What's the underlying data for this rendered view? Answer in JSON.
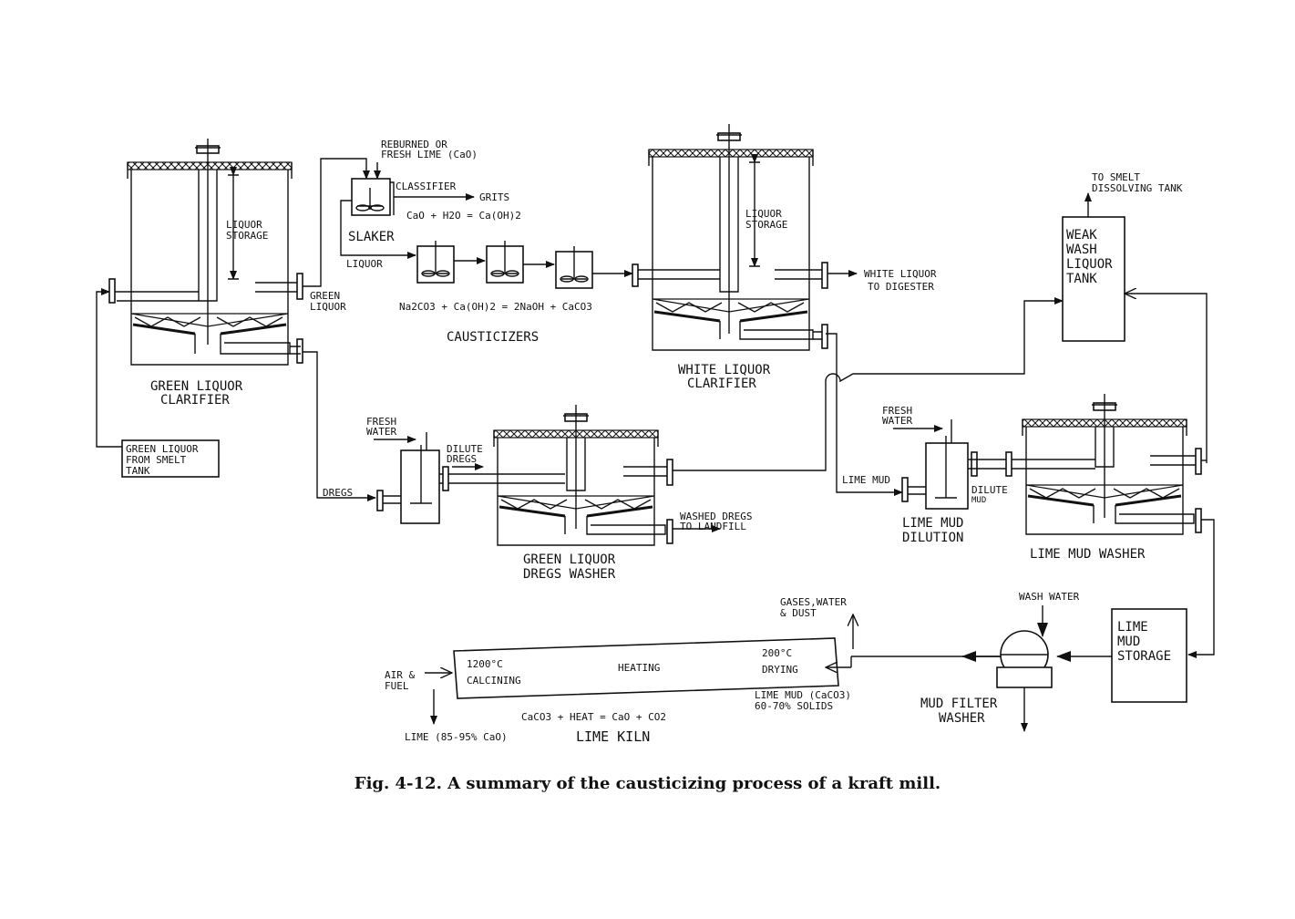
{
  "caption": "Fig. 4-12.  A summary of the causticizing process of a kraft mill.",
  "units": {
    "green_clarifier": {
      "title1": "GREEN LIQUOR",
      "title2": "CLARIFIER",
      "storage1": "LIQUOR",
      "storage2": "STORAGE"
    },
    "slaker": {
      "title": "SLAKER",
      "classifier": "CLASSIFIER",
      "grits": "GRITS",
      "equation": "CaO + H2O = Ca(OH)2",
      "lime_in1": "REBURNED OR",
      "lime_in2": "FRESH LIME (CaO)",
      "liquor": "LIQUOR"
    },
    "causticizers": {
      "title": "CAUSTICIZERS",
      "equation": "Na2CO3 + Ca(OH)2 = 2NaOH + CaCO3"
    },
    "white_clarifier": {
      "title1": "WHITE LIQUOR",
      "title2": "CLARIFIER",
      "storage1": "LIQUOR",
      "storage2": "STORAGE",
      "out1": "WHITE LIQUOR",
      "out2": "TO DIGESTER"
    },
    "weak_wash_tank": {
      "line1": "WEAK",
      "line2": "WASH",
      "line3": "LIQUOR",
      "line4": "TANK",
      "out1": "TO SMELT",
      "out2": "DISSOLVING TANK"
    },
    "green_liquor_source": {
      "line1": "GREEN LIQUOR",
      "line2": "FROM SMELT",
      "line3": "TANK"
    },
    "dregs_washer": {
      "title1": "GREEN LIQUOR",
      "title2": "DREGS WASHER",
      "fresh1": "FRESH",
      "fresh2": "WATER",
      "dilute1": "DILUTE",
      "dilute2": "DREGS",
      "dregs": "DREGS",
      "washed1": "WASHED DREGS",
      "washed2": "TO LANDFILL"
    },
    "green_liquor_label": {
      "line1": "GREEN",
      "line2": "LIQUOR"
    },
    "lime_mud_dilution": {
      "title1": "LIME MUD",
      "title2": "DILUTION",
      "fresh1": "FRESH",
      "fresh2": "WATER",
      "lime_mud": "LIME MUD",
      "dilute1": "DILUTE",
      "dilute2": "MUD"
    },
    "lime_mud_washer": {
      "title": "LIME MUD WASHER"
    },
    "lime_mud_storage": {
      "line1": "LIME",
      "line2": "MUD",
      "line3": "STORAGE"
    },
    "mud_filter": {
      "title1": "MUD FILTER",
      "title2": "WASHER",
      "wash_water": "WASH WATER"
    },
    "kiln": {
      "title": "LIME KILN",
      "temp_hot": "1200°C",
      "calcining": "CALCINING",
      "heating": "HEATING",
      "temp_cool": "200°C",
      "drying": "DRYING",
      "air1": "AIR &",
      "air2": "FUEL",
      "gases1": "GASES,WATER",
      "gases2": "& DUST",
      "mud_in1": "LIME MUD (CaCO3)",
      "mud_in2": "60-70% SOLIDS",
      "lime_out": "LIME (85-95% CaO)",
      "equation": "CaCO3 + HEAT = CaO + CO2"
    }
  }
}
